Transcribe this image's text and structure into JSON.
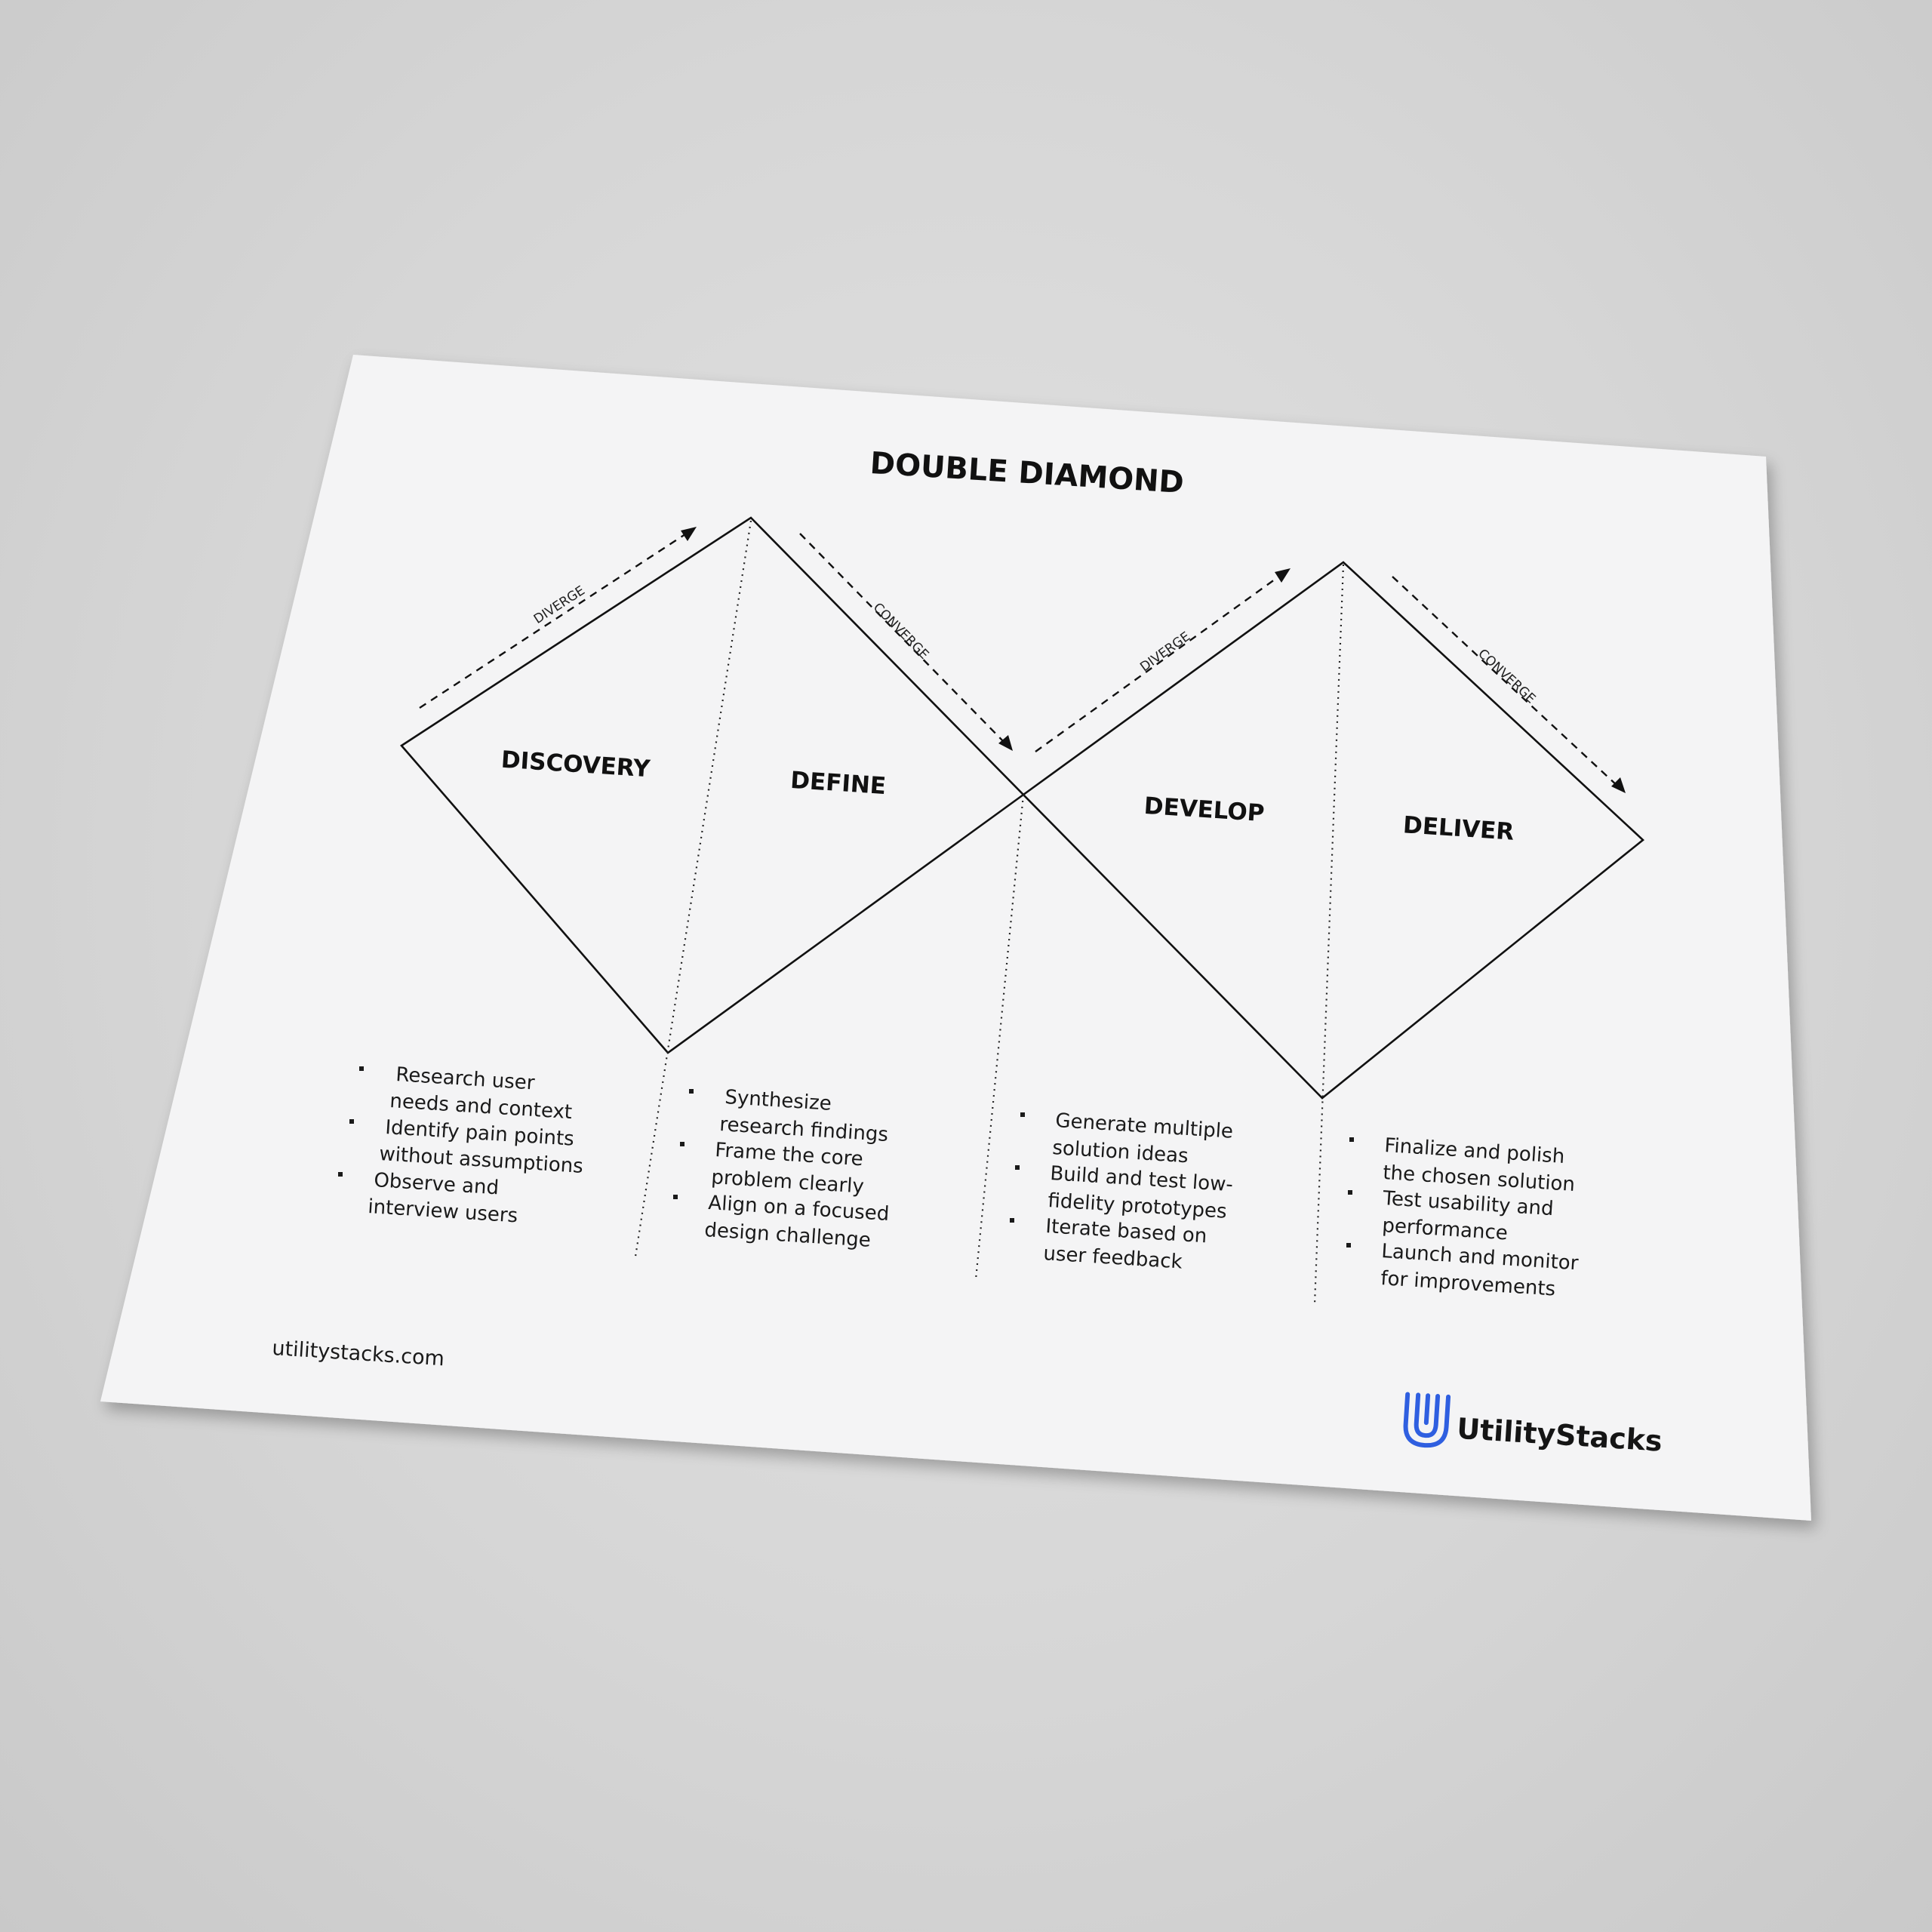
{
  "document": {
    "title": "DOUBLE DIAMOND",
    "footer_url": "utilitystacks.com",
    "brand_name": "UtilityStacks",
    "brand_color": "#2f5fe0",
    "paper_color": "#f4f4f5"
  },
  "diagram": {
    "flows": [
      {
        "label": "DIVERGE"
      },
      {
        "label": "CONVERGE"
      },
      {
        "label": "DIVERGE"
      },
      {
        "label": "CONVERGE"
      }
    ],
    "phases": [
      {
        "label": "DISCOVERY",
        "bullets": [
          "Research user",
          "needs and context",
          "Identify pain points",
          "without assumptions",
          "Observe and",
          "interview users"
        ]
      },
      {
        "label": "DEFINE",
        "bullets": [
          "Synthesize",
          "research findings",
          "Frame the core",
          "problem clearly",
          "Align on a focused",
          "design challenge"
        ]
      },
      {
        "label": "DEVELOP",
        "bullets": [
          "Generate multiple",
          "solution ideas",
          "Build and test low-",
          "fidelity prototypes",
          "Iterate based on",
          "user feedback"
        ]
      },
      {
        "label": "DELIVER",
        "bullets": [
          "Finalize and polish",
          "the chosen solution",
          "Test usability and",
          "performance",
          "Launch and monitor",
          "for improvements"
        ]
      }
    ]
  }
}
